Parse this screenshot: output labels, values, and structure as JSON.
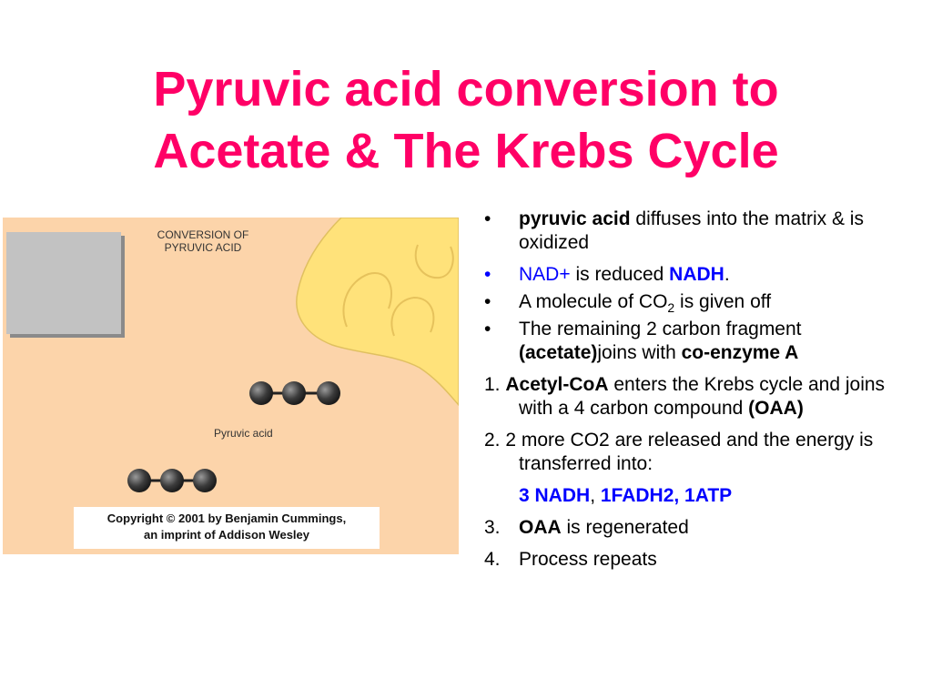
{
  "title": {
    "line1": "Pyruvic acid conversion to",
    "line2": "Acetate & The Krebs Cycle"
  },
  "figure": {
    "heading_line1": "CONVERSION OF",
    "heading_line2": "PYRUVIC ACID",
    "molecule_label": "Pyruvic acid",
    "copyright_line1": "Copyright © 2001 by Benjamin Cummings,",
    "copyright_line2": "an imprint of Addison Wesley",
    "colors": {
      "background": "#fcd4aa",
      "mitochondrion": "#ffe27a",
      "atom": "#444444"
    }
  },
  "notes": {
    "bullet_glyph": "•",
    "b1": {
      "bold": "pyruvic acid",
      "rest": " diffuses into the matrix & is oxidized"
    },
    "b2": {
      "part1": "NAD+",
      "part2": " is reduced ",
      "part3": "NADH",
      "part4": "."
    },
    "b3": {
      "part1": "A molecule of CO",
      "sub": "2",
      "part2": " is given off"
    },
    "b4": {
      "part1": "The remaining 2 carbon fragment ",
      "bold1": "(acetate)",
      "part2": "joins with ",
      "bold2": "co-enzyme A"
    },
    "n1": {
      "marker": "1. ",
      "bold1": "Acetyl-CoA",
      "part1": " enters the Krebs cycle and joins with a 4 carbon compound ",
      "bold2": "(OAA)"
    },
    "n2": {
      "marker": "2. ",
      "text": "2 more CO2 are released and the energy is transferred into:"
    },
    "n2b": {
      "part1": "3 NADH",
      "sep": ", ",
      "part2": "1FADH2, 1ATP"
    },
    "n3": {
      "marker": "3.",
      "bold": "OAA",
      "rest": " is regenerated"
    },
    "n4": {
      "marker": "4.",
      "text": "Process repeats"
    }
  }
}
